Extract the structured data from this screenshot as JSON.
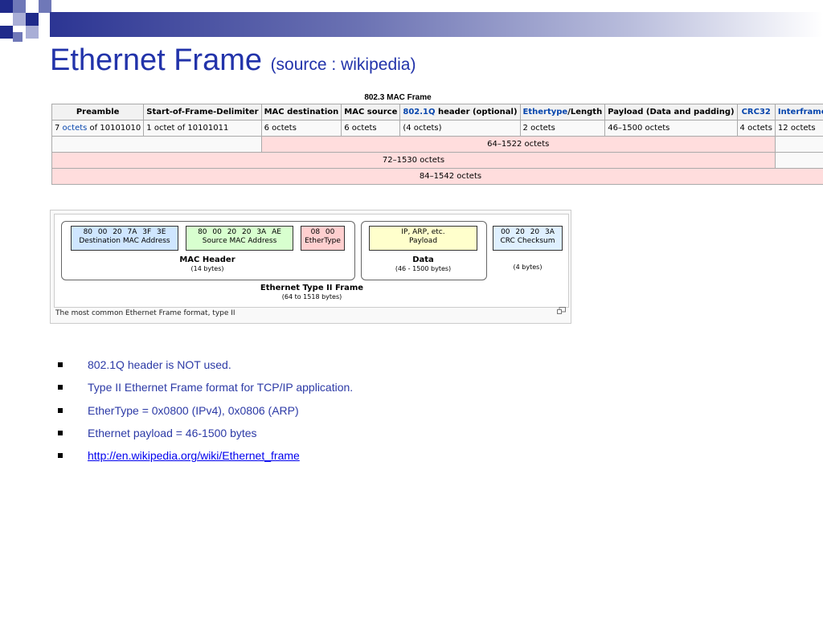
{
  "slide": {
    "title": "Ethernet Frame",
    "title_source": "(source : wikipedia)"
  },
  "table": {
    "caption": "802.3 MAC Frame",
    "headers": {
      "preamble": "Preamble",
      "sfd": "Start-of-Frame-Delimiter",
      "mac_dest": "MAC destination",
      "mac_src": "MAC source",
      "dot1q_link": "802.1Q",
      "dot1q_rest": " header (optional)",
      "ethertype_link": "Ethertype",
      "ethertype_rest": "/Length",
      "payload": "Payload (Data and padding)",
      "crc": "CRC32",
      "ifg": "Interframe gap"
    },
    "row": {
      "preamble_num": "7 ",
      "preamble_link": "octets",
      "preamble_rest": " of 10101010",
      "sfd": "1 octet of 10101011",
      "mac_dest": "6 octets",
      "mac_src": "6 octets",
      "dot1q": "(4 octets)",
      "ethertype": "2 octets",
      "payload": "46–1500 octets",
      "crc": "4 octets",
      "ifg": "12 octets"
    },
    "span1": "64–1522 octets",
    "span2": "72–1530 octets",
    "span3": "84–1542 octets"
  },
  "diagram": {
    "dest_hex": "80 00 20 7A 3F 3E",
    "dest_label": "Destination MAC Address",
    "src_hex": "80 00 20 20 3A AE",
    "src_label": "Source MAC Address",
    "type_hex": "08 00",
    "type_label": "EtherType",
    "payload_line1": "IP, ARP, etc.",
    "payload_line2": "Payload",
    "crc_hex": "00 20 20 3A",
    "crc_label": "CRC Checksum",
    "mac_header": "MAC Header",
    "mac_header_bytes": "(14 bytes)",
    "data": "Data",
    "data_bytes": "(46 - 1500 bytes)",
    "crc_bytes": "(4 bytes)",
    "frame": "Ethernet Type II Frame",
    "frame_bytes": "(64 to 1518 bytes)",
    "caption": "The most common Ethernet Frame format, type II",
    "colors": {
      "dest_bg": "#cfe6ff",
      "src_bg": "#d8ffcf",
      "type_bg": "#ffcfcf",
      "payload_bg": "#ffffcc",
      "crc_bg": "#dff0ff"
    }
  },
  "bullets": [
    "802.1Q header is NOT used.",
    "Type II Ethernet Frame format for TCP/IP application.",
    "EtherType = 0x0800 (IPv4), 0x0806 (ARP)",
    "Ethernet payload = 46-1500 bytes",
    "http://en.wikipedia.org/wiki/Ethernet_frame"
  ],
  "colors": {
    "title": "#2233aa",
    "bullet_text": "#2c3aa6",
    "link": "#0645ad",
    "table_span": "#ffdddd"
  }
}
